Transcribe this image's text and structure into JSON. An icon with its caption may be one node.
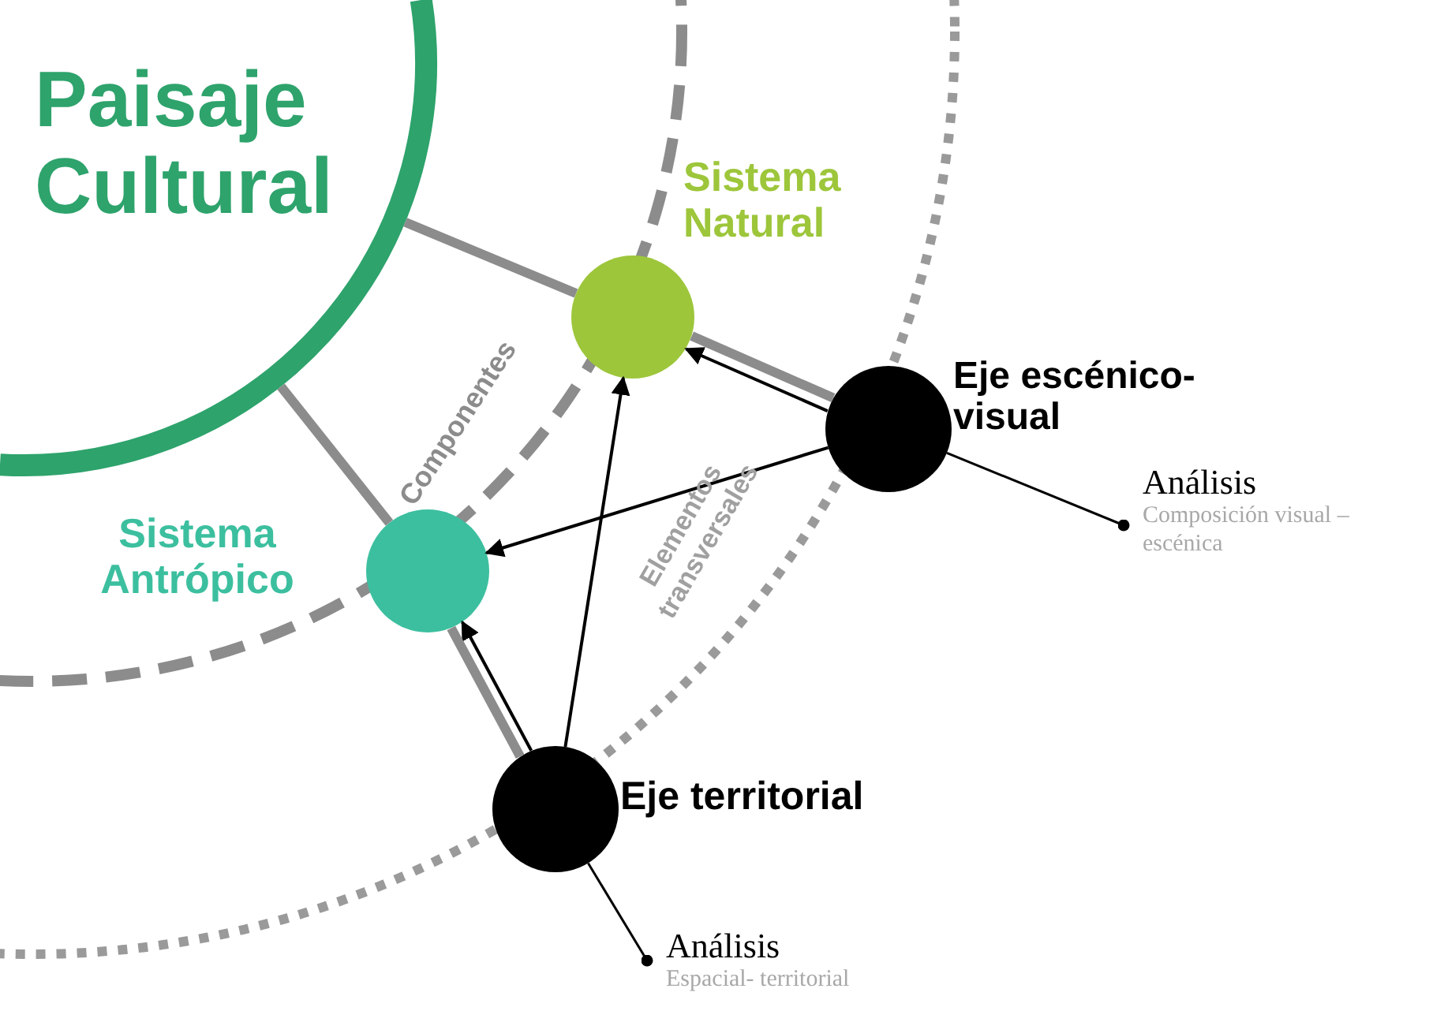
{
  "diagram": {
    "nodes": [
      {
        "text": [
          "Paisaje Cultural"
        ]
      },
      {
        "text": [
          "Sistema Natural"
        ]
      },
      {
        "text": [
          "Sistema Antrópico"
        ]
      },
      {
        "text": [
          "Eje escénico-visual"
        ]
      },
      {
        "text": [
          "Eje territorial"
        ]
      },
      {
        "text": [
          "Análisis",
          "Composición visual – escénica"
        ]
      },
      {
        "text": [
          "Análisis",
          "Espacial- territorial"
        ]
      }
    ],
    "edges": [
      {
        "from": 3,
        "to": 1,
        "arrow": "to"
      },
      {
        "from": 3,
        "to": 2,
        "arrow": "to"
      },
      {
        "from": 4,
        "to": 1,
        "arrow": "to"
      },
      {
        "from": 4,
        "to": 2,
        "arrow": "to"
      },
      {
        "from": 0,
        "to": 1,
        "arrow": "none",
        "style": "thick",
        "color": "#8c8c8c"
      },
      {
        "from": 0,
        "to": 2,
        "arrow": "none",
        "style": "thick",
        "color": "#8c8c8c"
      },
      {
        "from": 1,
        "to": 3,
        "arrow": "none",
        "style": "thick",
        "color": "#8c8c8c"
      },
      {
        "from": 2,
        "to": 4,
        "arrow": "none",
        "style": "thick",
        "color": "#8c8c8c"
      },
      {
        "from": 3,
        "to": 5,
        "arrow": "other"
      },
      {
        "from": 4,
        "to": 6,
        "arrow": "other"
      }
    ],
    "labels": [
      "Componentes",
      "Elementos transversales"
    ]
  }
}
